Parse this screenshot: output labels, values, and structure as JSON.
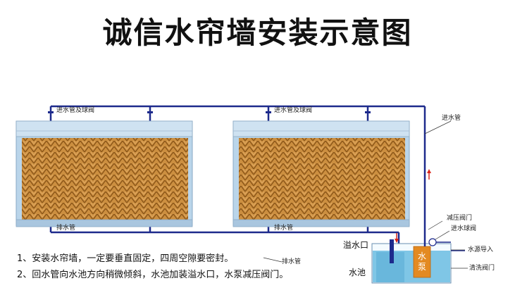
{
  "title": "诚信水帘墙安装示意图",
  "labels": {
    "inlet_valve_left": "进水管及球阀",
    "inlet_valve_right": "进水管及球阀",
    "inlet_pipe": "进水管",
    "drain_left": "排水管",
    "drain_right": "排水管",
    "drain_note": "排水管",
    "overflow": "溢水口",
    "pool": "水池",
    "pump": "水泵",
    "pressure_valve": "减压阀门",
    "inlet_ball_valve": "进水球阀",
    "water_source": "水源导入",
    "clean_valve": "清洗阀门"
  },
  "notes": [
    "1、安装水帘墙，一定要垂直固定，四周空隙要密封。",
    "2、回水管向水池方向稍微倾斜，水池加装溢水口，水泵减压阀门。"
  ],
  "colors": {
    "pipe": "#1d2a8c",
    "frame": "#b9d4ea",
    "pad": "#c98c3c",
    "water": "#7fc6e6",
    "pump": "#e38a22",
    "arrow": "#d9261c"
  }
}
